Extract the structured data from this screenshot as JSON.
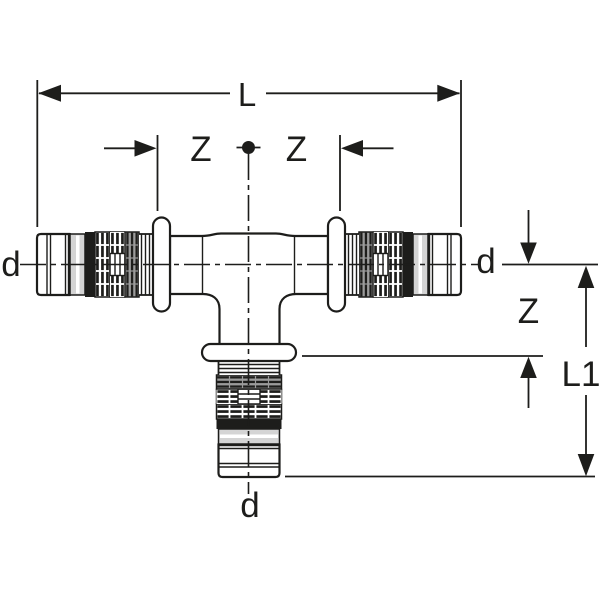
{
  "drawing": {
    "labels": {
      "dim_length": "L",
      "dim_offset_left": "Z",
      "dim_offset_right": "Z",
      "dim_offset_vertical": "Z",
      "dim_branch_length": "L1",
      "dia_left": "d",
      "dia_right": "d",
      "dia_bottom": "d"
    },
    "colors": {
      "line": "#1d1d1b",
      "background": "#ffffff",
      "band_light_gray": "#d4d4d4",
      "band_black": "#1d1d1b",
      "knurl_dark_bg": "#9b9b9b"
    }
  }
}
